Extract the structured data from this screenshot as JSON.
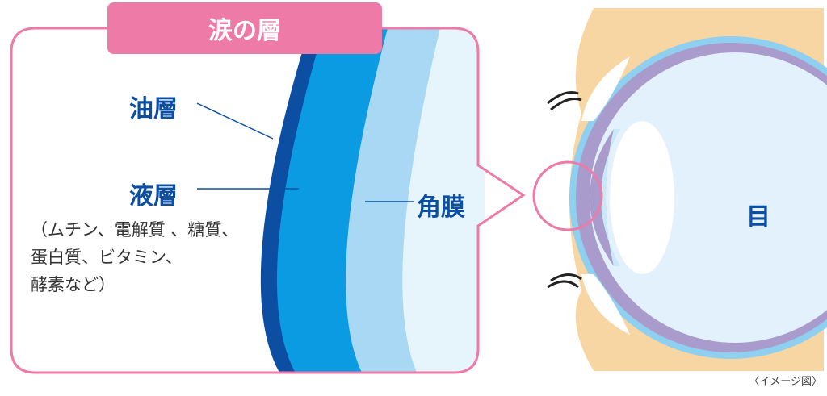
{
  "title": "涙の層",
  "labels": {
    "oil_layer": "油層",
    "liquid_layer": "液層",
    "liquid_detail": [
      "（ムチン、電解質 、糖質、",
      "蛋白質、ビタミン、",
      "酵素など）"
    ],
    "cornea": "角膜",
    "eye": "目"
  },
  "caption": "〈イメージ図〉",
  "colors": {
    "pink": "#ee7aa8",
    "oil": "#0b4ea2",
    "liquid": "#0a9be2",
    "cornea": "#a8d8f4",
    "navy": "#0b4ea2",
    "skin": "#f8d6a4"
  }
}
